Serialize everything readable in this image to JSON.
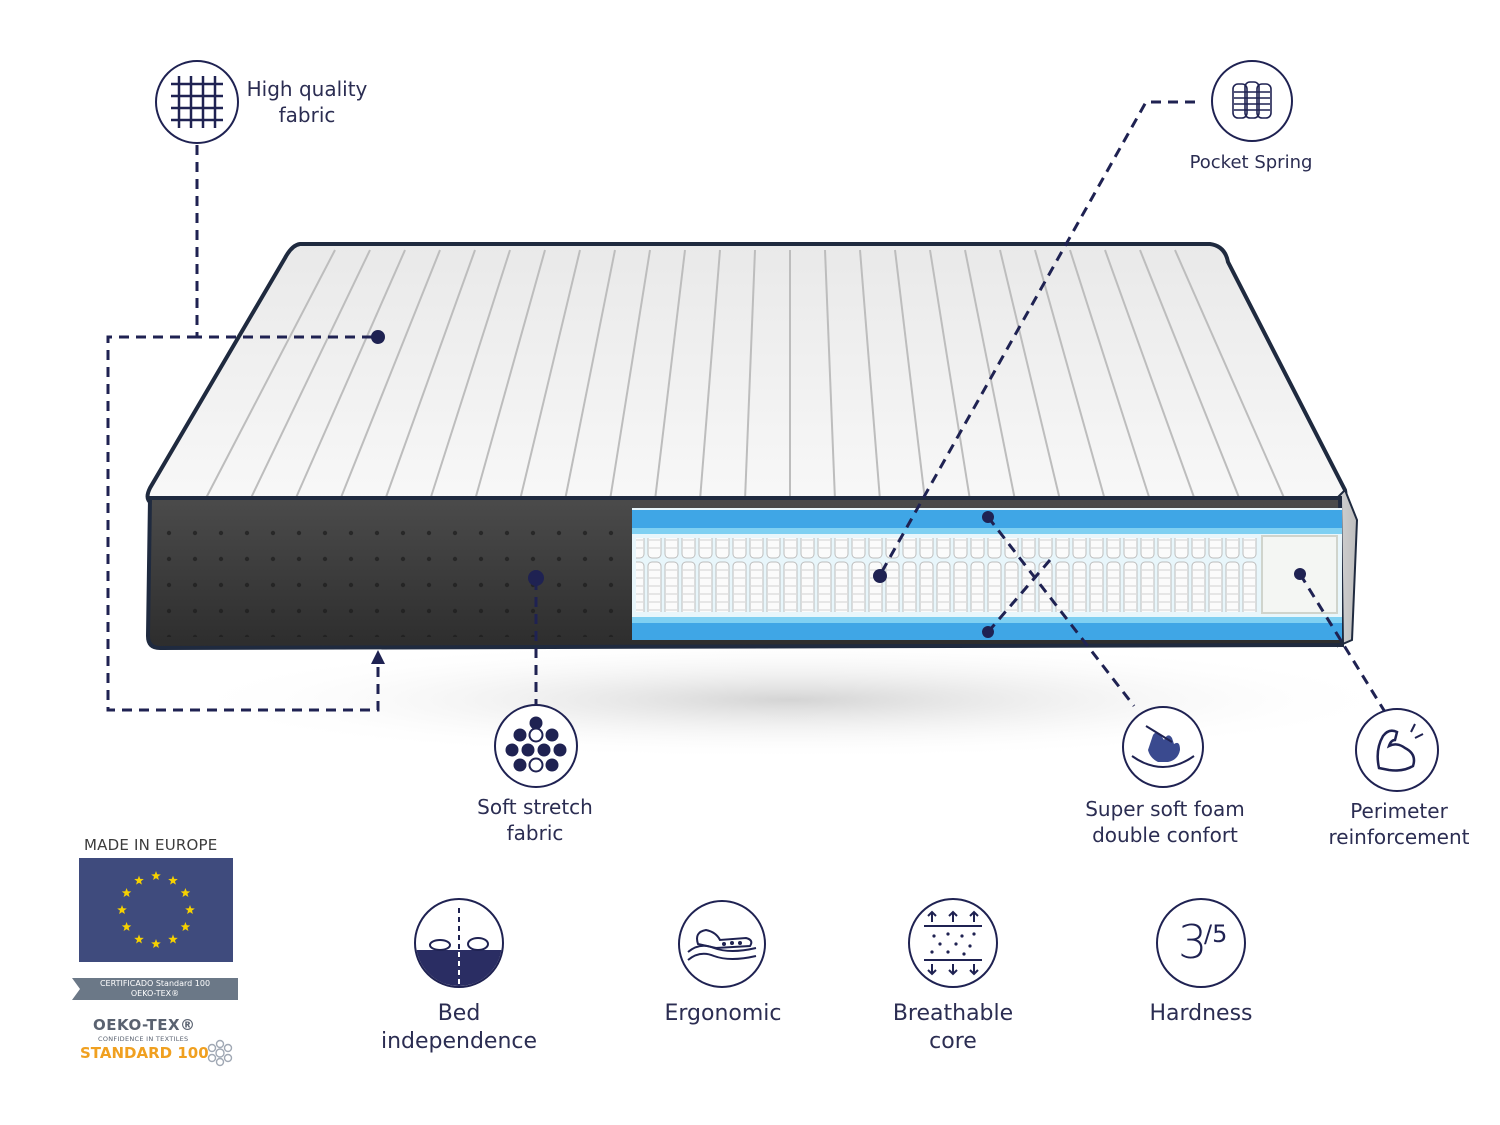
{
  "callouts": {
    "fabric": "High quality\nfabric",
    "pocket_spring": "Pocket Spring",
    "soft_stretch": "Soft stretch\nfabric",
    "super_soft_foam": "Super soft foam\ndouble confort",
    "perimeter": "Perimeter\nreinforcement"
  },
  "features": [
    {
      "label": "Bed\nindependence",
      "icon": "bed-independence-icon"
    },
    {
      "label": "Ergonomic",
      "icon": "ergonomic-icon"
    },
    {
      "label": "Breathable\ncore",
      "icon": "breathable-icon"
    },
    {
      "label": "Hardness",
      "icon": "hardness-icon"
    }
  ],
  "hardness": {
    "value": "3",
    "max": "/5"
  },
  "badges": {
    "made_in": "MADE IN EUROPE",
    "certificado": "CERTIFICADO Standard 100",
    "certificado_sub": "OEKO-TEX®",
    "oeko_title": "OEKO-TEX®",
    "oeko_sub": "CONFIDENCE IN TEXTILES",
    "oeko_standard": "STANDARD 100"
  },
  "colors": {
    "navy": "#1f2252",
    "foam_blue": "#3fa6e6",
    "eu_blue": "#3f4b7d",
    "eu_star": "#f6d100",
    "oeko_orange": "#f0a020"
  }
}
